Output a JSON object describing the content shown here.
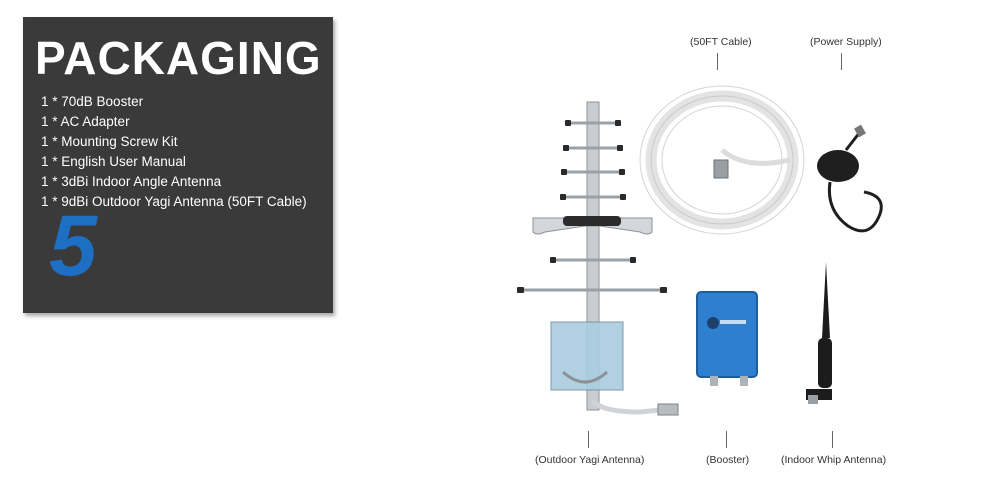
{
  "panel": {
    "title": "PACKAGING",
    "items": [
      "1 * 70dB Booster",
      "1 * AC Adapter",
      "1 * Mounting Screw Kit",
      "1 * English User Manual",
      "1 * 3dBi Indoor Angle Antenna",
      "1 * 9dBi Outdoor Yagi Antenna  (50FT Cable)"
    ],
    "count": "5",
    "count_color": "#1d6fc4"
  },
  "labels": {
    "cable": "(50FT Cable)",
    "power": "(Power Supply)",
    "yagi": "(Outdoor Yagi Antenna)",
    "booster": "(Booster)",
    "whip": "(Indoor Whip Antenna)"
  },
  "icons": [
    "yagi-antenna-icon",
    "cable-coil-icon",
    "power-adapter-icon",
    "booster-icon",
    "whip-antenna-icon"
  ]
}
